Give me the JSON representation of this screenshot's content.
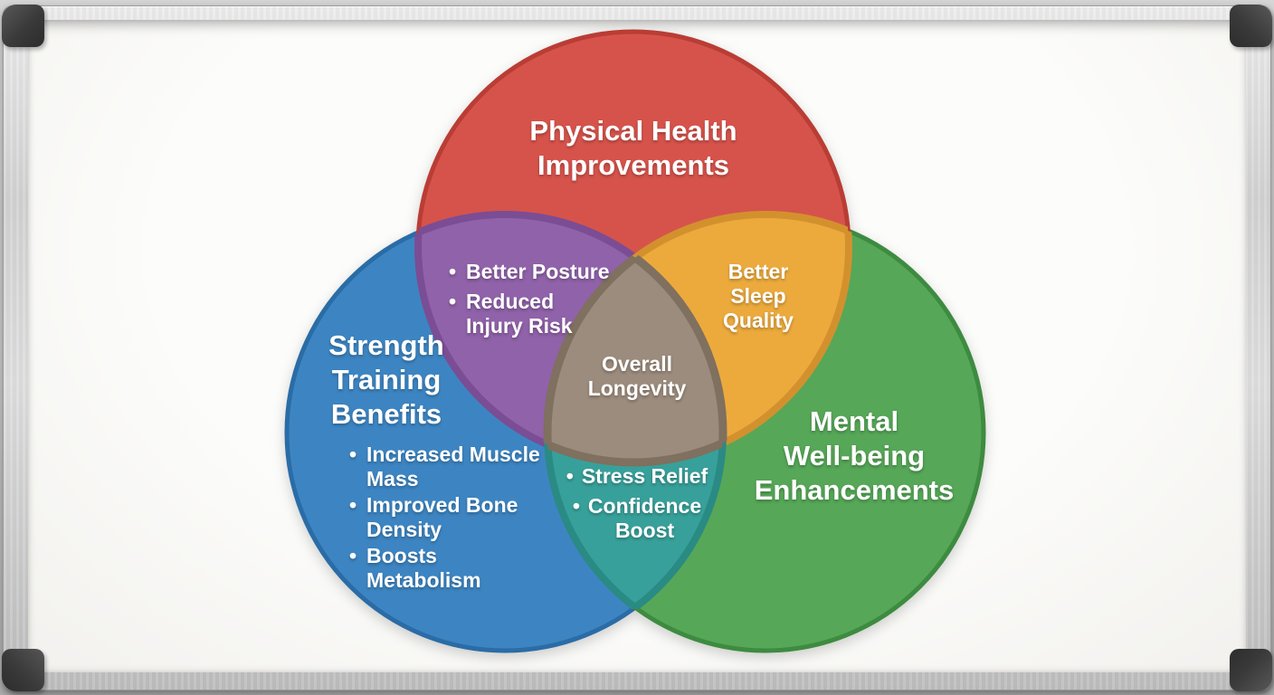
{
  "diagram": {
    "bullet": "•",
    "circles": {
      "physical": {
        "title": "Physical Health\nImprovements",
        "fill": "#d6524c",
        "stroke": "#b93d35"
      },
      "strength": {
        "title": "Strength\nTraining\nBenefits",
        "fill": "#3e85c2",
        "stroke": "#2c6ca6",
        "items": [
          "Increased Muscle\nMass",
          "Improved Bone\nDensity",
          "Boosts\nMetabolism"
        ]
      },
      "mental": {
        "title": "Mental\nWell-being\nEnhancements",
        "fill": "#57a759",
        "stroke": "#3e8b41"
      }
    },
    "overlaps": {
      "physical_strength": {
        "fill": "#9062a9",
        "stroke": "#7a4d94",
        "items": [
          "Better Posture",
          "Reduced\nInjury Risk"
        ]
      },
      "physical_mental": {
        "fill": "#ecaa3d",
        "stroke": "#d3912f",
        "label": "Better\nSleep\nQuality"
      },
      "strength_mental": {
        "fill": "#37a09a",
        "stroke": "#2a8a84",
        "items": [
          "Stress Relief",
          "Confidence\nBoost"
        ]
      },
      "center": {
        "fill": "#9c8c7d",
        "stroke": "#7f6f5e",
        "label": "Overall\nLongevity"
      }
    }
  }
}
